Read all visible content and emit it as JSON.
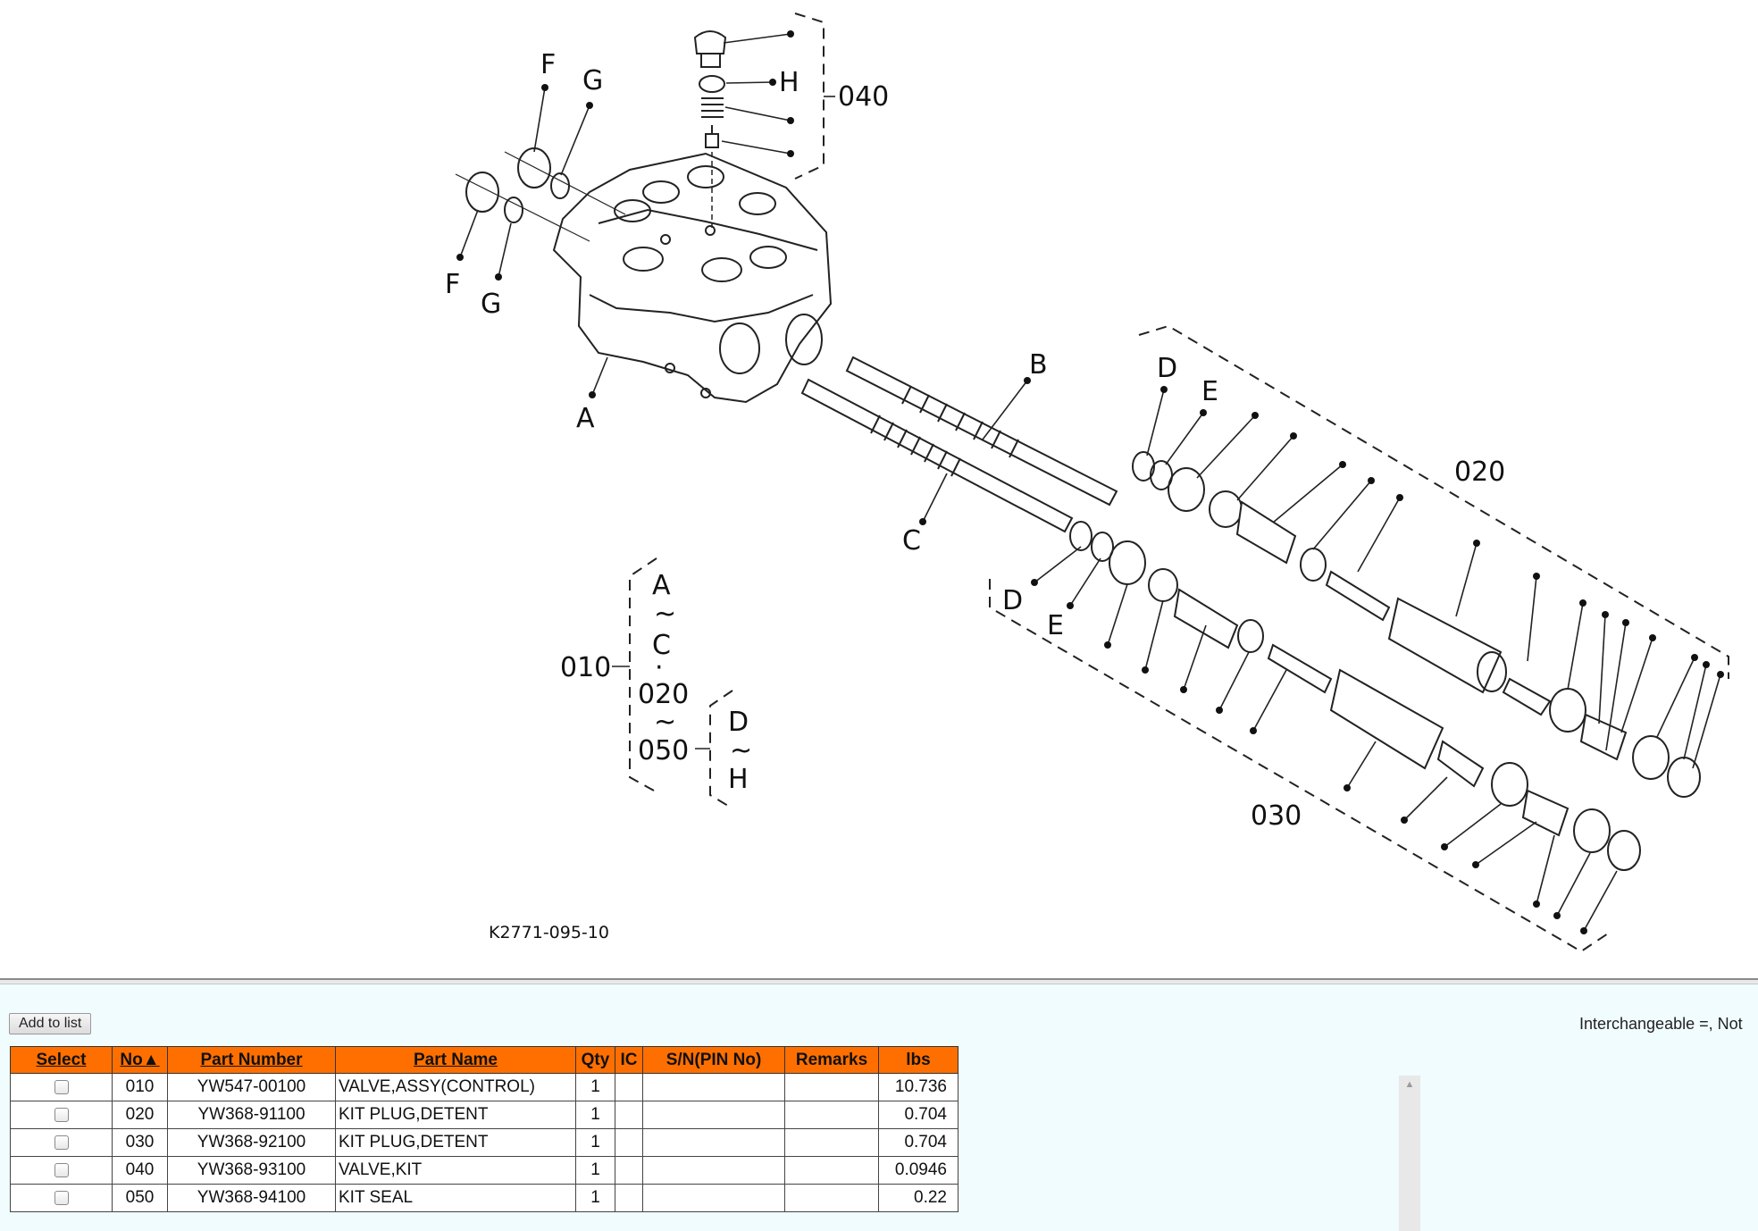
{
  "diagram": {
    "drawing_code": "K2771-095-10",
    "callouts": {
      "A": "A",
      "B": "B",
      "C": "C",
      "D": "D",
      "E": "E",
      "F": "F",
      "G": "G",
      "H": "H",
      "group_010": "010",
      "group_020": "020",
      "group_030": "030",
      "group_040": "040",
      "group_050": "050",
      "tilde": "~",
      "dot": "·"
    }
  },
  "toolbar": {
    "add_to_list_label": "Add to list"
  },
  "legend": {
    "text": "Interchangeable =, Not"
  },
  "table": {
    "headers": {
      "select": "Select",
      "no": "No▲",
      "part_number": "Part Number",
      "part_name": "Part Name",
      "qty": "Qty",
      "ic": "IC",
      "sn": "S/N(PIN No)",
      "remarks": "Remarks",
      "lbs": "lbs"
    },
    "rows": [
      {
        "no": "010",
        "part_number": "YW547-00100",
        "part_name": "VALVE,ASSY(CONTROL)",
        "qty": "1",
        "ic": "",
        "sn": "",
        "remarks": "",
        "lbs": "10.736"
      },
      {
        "no": "020",
        "part_number": "YW368-91100",
        "part_name": "KIT PLUG,DETENT",
        "qty": "1",
        "ic": "",
        "sn": "",
        "remarks": "",
        "lbs": "0.704"
      },
      {
        "no": "030",
        "part_number": "YW368-92100",
        "part_name": "KIT PLUG,DETENT",
        "qty": "1",
        "ic": "",
        "sn": "",
        "remarks": "",
        "lbs": "0.704"
      },
      {
        "no": "040",
        "part_number": "YW368-93100",
        "part_name": "VALVE,KIT",
        "qty": "1",
        "ic": "",
        "sn": "",
        "remarks": "",
        "lbs": "0.0946"
      },
      {
        "no": "050",
        "part_number": "YW368-94100",
        "part_name": "KIT SEAL",
        "qty": "1",
        "ic": "",
        "sn": "",
        "remarks": "",
        "lbs": "0.22"
      }
    ]
  },
  "icons": {
    "scroll_up": "scroll-up-arrow-icon",
    "checkbox": "checkbox-icon"
  }
}
